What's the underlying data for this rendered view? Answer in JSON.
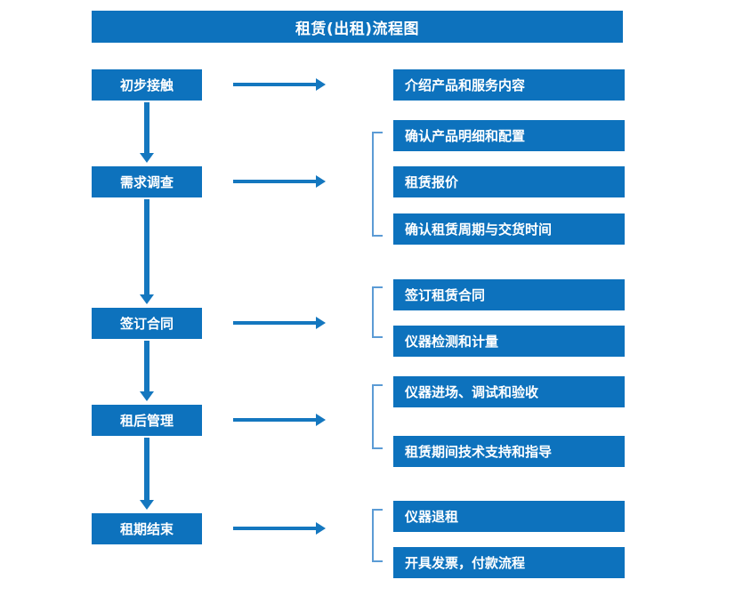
{
  "chart_data": {
    "type": "diagram",
    "diagram_type": "flowchart",
    "title": "租赁(出租)流程图",
    "orientation": "vertical-stages-with-branches",
    "stages": [
      {
        "label": "初步接触",
        "details": [
          "介绍产品和服务内容"
        ]
      },
      {
        "label": "需求调查",
        "details": [
          "确认产品明细和配置",
          "租赁报价",
          "确认租赁周期与交货时间"
        ]
      },
      {
        "label": "签订合同",
        "details": [
          "签订租赁合同",
          "仪器检测和计量"
        ]
      },
      {
        "label": "租后管理",
        "details": [
          "仪器进场、调试和验收",
          "租赁期间技术支持和指导"
        ]
      },
      {
        "label": "租期结束",
        "details": [
          "仪器退租",
          "开具发票，付款流程"
        ]
      }
    ]
  },
  "title": {
    "text": "租赁(出租)流程图"
  },
  "colors": {
    "node_fill": "#0d72bd",
    "node_text": "#ffffff",
    "arrow": "#1477bf",
    "bracket": "#5b9bd5",
    "background": "#ffffff"
  },
  "stages": [
    {
      "label": "初步接触"
    },
    {
      "label": "需求调查"
    },
    {
      "label": "签订合同"
    },
    {
      "label": "租后管理"
    },
    {
      "label": "租期结束"
    }
  ],
  "details": [
    {
      "label": "介绍产品和服务内容"
    },
    {
      "label": "确认产品明细和配置"
    },
    {
      "label": "租赁报价"
    },
    {
      "label": "确认租赁周期与交货时间"
    },
    {
      "label": "签订租赁合同"
    },
    {
      "label": "仪器检测和计量"
    },
    {
      "label": "仪器进场、调试和验收"
    },
    {
      "label": "租赁期间技术支持和指导"
    },
    {
      "label": "仪器退租"
    },
    {
      "label": "开具发票，付款流程"
    }
  ]
}
